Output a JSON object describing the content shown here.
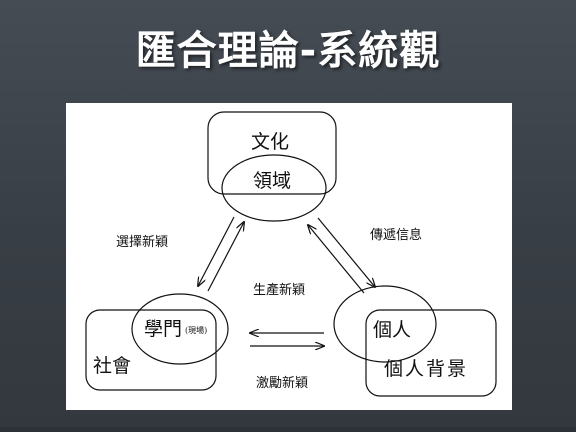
{
  "title": "匯合理論-系統觀",
  "diagram": {
    "nodes": {
      "culture": {
        "outer_label": "文化",
        "inner_label": "領域"
      },
      "society": {
        "outer_label": "社會",
        "inner_label": "學門",
        "inner_note": "(現場)"
      },
      "person": {
        "outer_label": "個人背景",
        "inner_label": "個人"
      }
    },
    "edge_labels": {
      "select_novelty": "選擇新穎",
      "transmit_info": "傳遞信息",
      "produce_novelty": "生產新穎",
      "stimulate_novelty": "激勵新穎"
    }
  }
}
